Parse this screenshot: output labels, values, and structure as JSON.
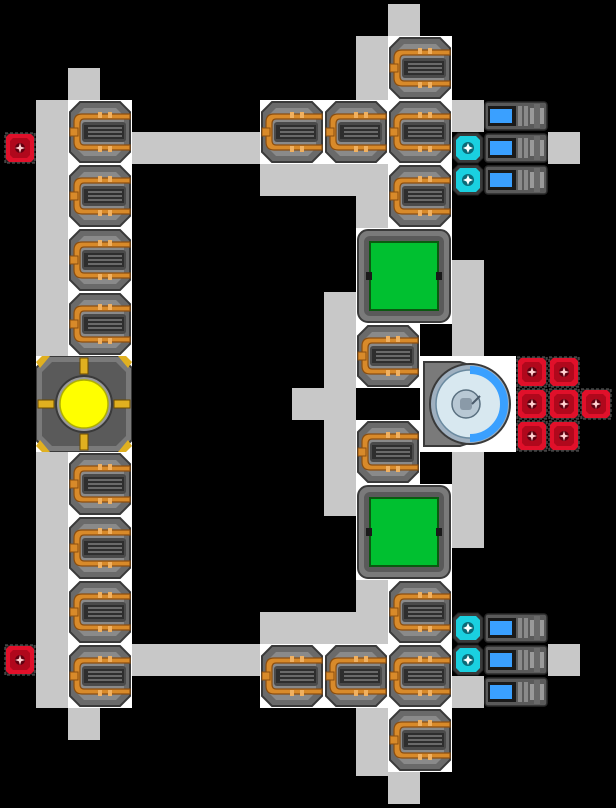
{
  "scene": {
    "title": "",
    "palette": {
      "background": "#000000",
      "floor": "#c8c8c8",
      "tile_highlight": "#ffffff",
      "copper": "#d88a2a",
      "armor": "#6a6a6a",
      "reactor_core": "#ffff00",
      "container": "#00c030",
      "shield_glow": "#1ad0e0",
      "battery_blue": "#3aa0ff",
      "hazard_red": "#e0102a"
    }
  },
  "legend": {
    "turret": "copper-cannon-turret-icon",
    "reactor": "reactor-core-icon",
    "container": "green-storage-container-icon",
    "cockpit": "command-cockpit-icon",
    "shield_node": "cyan-shield-node-icon",
    "battery": "blue-battery-cell-icon",
    "warhead": "red-warhead-block-icon"
  },
  "modules": {
    "turrets": [
      {
        "id": "turret-left-1",
        "facing": "right"
      },
      {
        "id": "turret-left-2",
        "facing": "right"
      },
      {
        "id": "turret-left-3",
        "facing": "right"
      },
      {
        "id": "turret-left-4",
        "facing": "right"
      },
      {
        "id": "turret-left-5",
        "facing": "right"
      },
      {
        "id": "turret-left-6",
        "facing": "right"
      },
      {
        "id": "turret-left-7",
        "facing": "right"
      },
      {
        "id": "turret-left-8",
        "facing": "right"
      },
      {
        "id": "turret-top-1",
        "facing": "right"
      },
      {
        "id": "turret-top-2",
        "facing": "right"
      },
      {
        "id": "turret-top-3",
        "facing": "right"
      },
      {
        "id": "turret-top-4",
        "facing": "right"
      },
      {
        "id": "turret-top-5",
        "facing": "right"
      },
      {
        "id": "turret-mid-1",
        "facing": "right"
      },
      {
        "id": "turret-mid-2",
        "facing": "right"
      },
      {
        "id": "turret-bot-1",
        "facing": "right"
      },
      {
        "id": "turret-bot-2",
        "facing": "right"
      },
      {
        "id": "turret-bot-3",
        "facing": "right"
      },
      {
        "id": "turret-bot-4",
        "facing": "right"
      },
      {
        "id": "turret-bot-5",
        "facing": "right"
      }
    ],
    "reactor": {
      "id": "reactor-core"
    },
    "containers": [
      {
        "id": "container-top"
      },
      {
        "id": "container-bottom"
      }
    ],
    "cockpit": {
      "id": "cockpit"
    },
    "shield_nodes": [
      {
        "id": "shield-1"
      },
      {
        "id": "shield-2"
      },
      {
        "id": "shield-3"
      },
      {
        "id": "shield-4"
      }
    ],
    "batteries": [
      {
        "id": "battery-1"
      },
      {
        "id": "battery-2"
      },
      {
        "id": "battery-3"
      },
      {
        "id": "battery-4"
      },
      {
        "id": "battery-5"
      },
      {
        "id": "battery-6"
      }
    ],
    "warheads": [
      {
        "id": "warhead-1"
      },
      {
        "id": "warhead-2"
      },
      {
        "id": "warhead-3"
      },
      {
        "id": "warhead-4"
      },
      {
        "id": "warhead-5"
      },
      {
        "id": "warhead-6"
      },
      {
        "id": "warhead-7"
      },
      {
        "id": "warhead-8"
      },
      {
        "id": "warhead-9"
      }
    ]
  }
}
